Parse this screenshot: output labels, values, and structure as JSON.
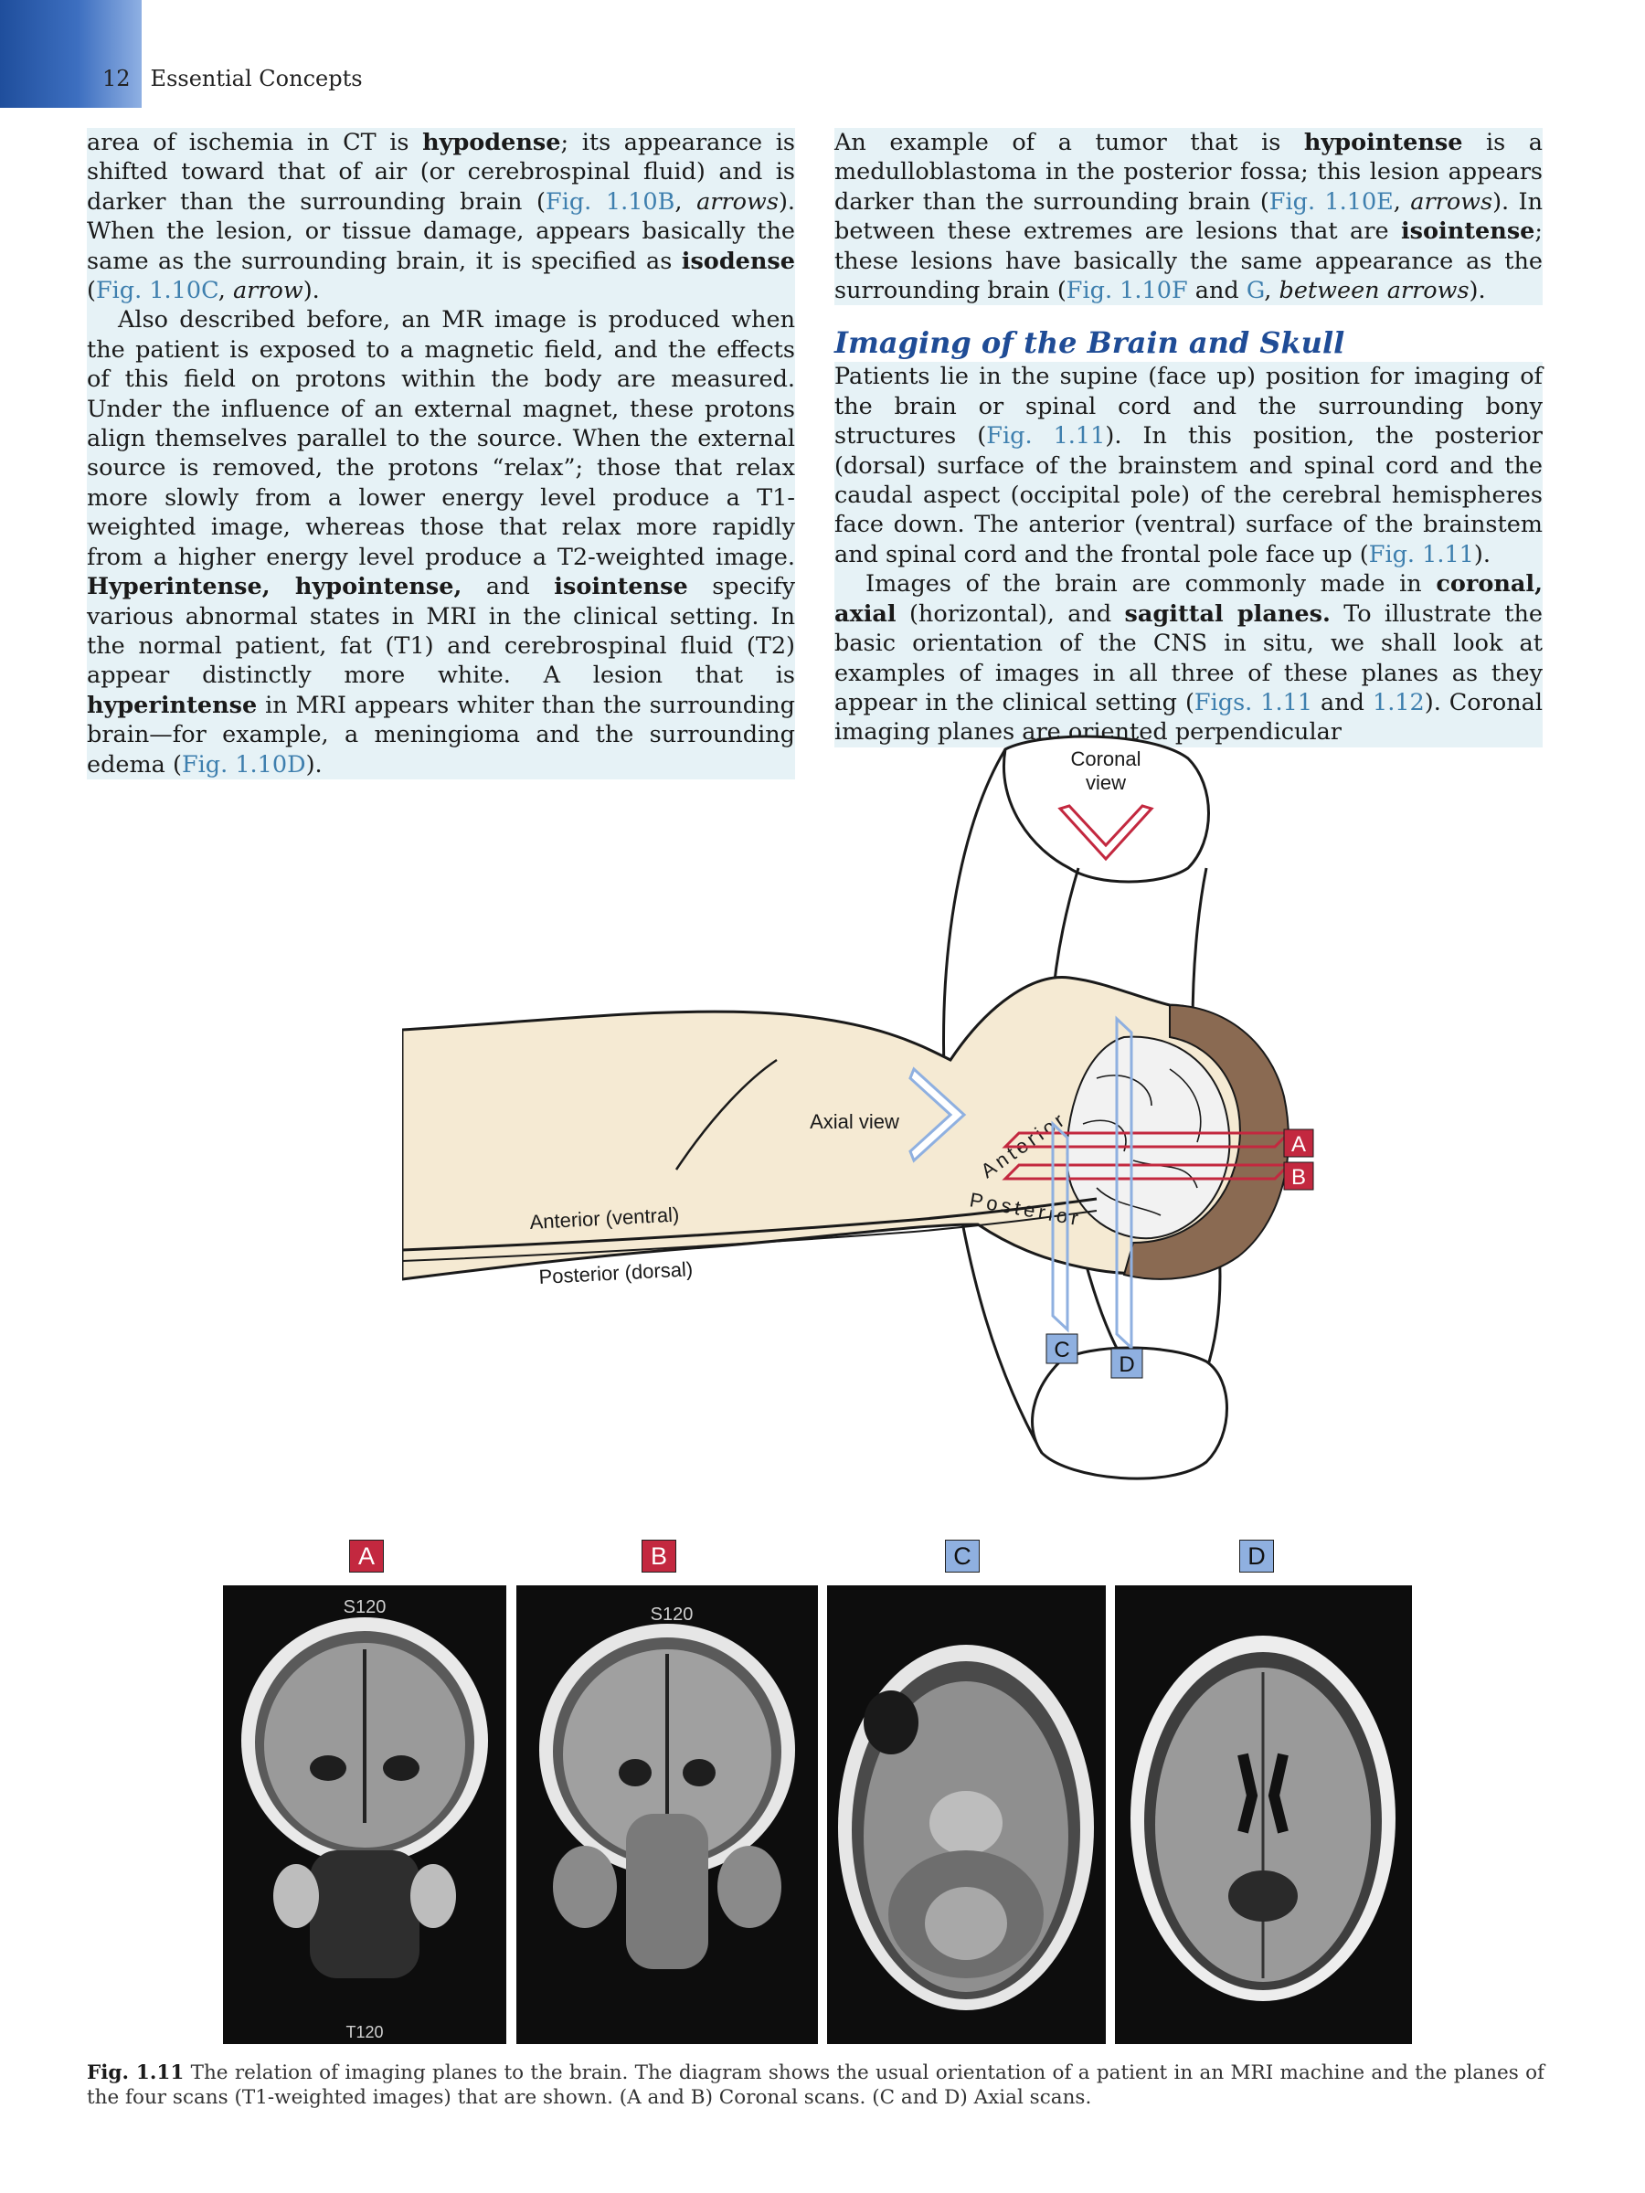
{
  "header": {
    "page_number": "12",
    "section": "Essential Concepts"
  },
  "left_column": {
    "p1": [
      "area of ischemia in CT is ",
      "hypodense",
      "; its appearance is shifted toward that of air (or cerebrospinal fluid) and is darker than the surrounding brain (",
      "Fig. 1.10B",
      ", ",
      "arrows",
      "). When the lesion, or tissue damage, appears basically the same as the surrounding brain, it is specified as ",
      "isodense",
      " (",
      "Fig. 1.10C",
      ", ",
      "arrow",
      ")."
    ],
    "p2": [
      "Also described before, an MR image is produced when the patient is exposed to a magnetic field, and the effects of this field on protons within the body are measured. Under the influence of an external magnet, these protons align themselves parallel to the source. When the external source is removed, the protons “relax”; those that relax more slowly from a lower energy level produce a T1-weighted image, whereas those that relax more rapidly from a higher energy level produce a T2-weighted image. ",
      "Hyperintense, hypointense,",
      " and ",
      "isointense",
      " specify various abnormal states in MRI in the clinical setting. In the normal patient, fat (T1) and cerebrospinal fluid (T2) appear distinctly more white. A lesion that is ",
      "hyperintense",
      " in MRI appears whiter than the surrounding brain—for example, a meningioma and the surrounding edema (",
      "Fig. 1.10D",
      ")."
    ]
  },
  "right_column": {
    "p1": [
      "An example of a tumor that is ",
      "hypointense",
      " is a medulloblastoma in the posterior fossa; this lesion appears darker than the surrounding brain (",
      "Fig. 1.10E",
      ", ",
      "arrows",
      "). In between these extremes are lesions that are ",
      "isointense",
      "; these lesions have basically the same appearance as the surrounding brain (",
      "Fig. 1.10F",
      " and ",
      "G",
      ", ",
      "between arrows",
      ")."
    ],
    "heading": "Imaging of the Brain and Skull",
    "p2": [
      "Patients lie in the supine (face up) position for imaging of the brain or spinal cord and the surrounding bony structures (",
      "Fig. 1.11",
      "). In this position, the posterior (dorsal) surface of the brainstem and spinal cord and the caudal aspect (occipital pole) of the cerebral hemispheres face down. The anterior (ventral) surface of the brainstem and spinal cord and the frontal pole face up (",
      "Fig. 1.11",
      ")."
    ],
    "p3": [
      "Images of the brain are commonly made in ",
      "coronal, axial",
      " (horizontal), and ",
      "sagittal planes.",
      " To illustrate the basic orientation of the CNS in situ, we shall look at examples of images in all three of these planes as they appear in the clinical setting (",
      "Figs. 1.11",
      " and ",
      "1.12",
      "). Coronal imaging planes are oriented perpendicular"
    ]
  },
  "diagram": {
    "coronal_view": [
      "Coronal",
      "view"
    ],
    "axial_view": "Axial view",
    "anterior": "Anterior",
    "posterior": "Posterior",
    "anterior_ventral": "Anterior (ventral)",
    "posterior_dorsal": "Posterior (dorsal)",
    "plane_labels": [
      "A",
      "B",
      "C",
      "D"
    ]
  },
  "scans": [
    {
      "label": "A",
      "kind": "coronal",
      "top_text": "S120",
      "bottom_text": "T120"
    },
    {
      "label": "B",
      "kind": "coronal",
      "top_text": "S120",
      "bottom_text": ""
    },
    {
      "label": "C",
      "kind": "axial",
      "top_text": "",
      "bottom_text": ""
    },
    {
      "label": "D",
      "kind": "axial",
      "top_text": "",
      "bottom_text": ""
    }
  ],
  "colors": {
    "accent_blue": "#1f4c96",
    "link": "#3e7fae",
    "plane_red": "#c3283f",
    "plane_blue": "#8fb0e0",
    "skin": "#f5ead3",
    "skull": "#8a6a52"
  },
  "caption": {
    "label": "Fig. 1.11",
    "text": " The relation of imaging planes to the brain. The diagram shows the usual orientation of a patient in an MRI machine and the planes of the four scans (T1-weighted images) that are shown. (A and B) Coronal scans. (C and D) Axial scans."
  }
}
